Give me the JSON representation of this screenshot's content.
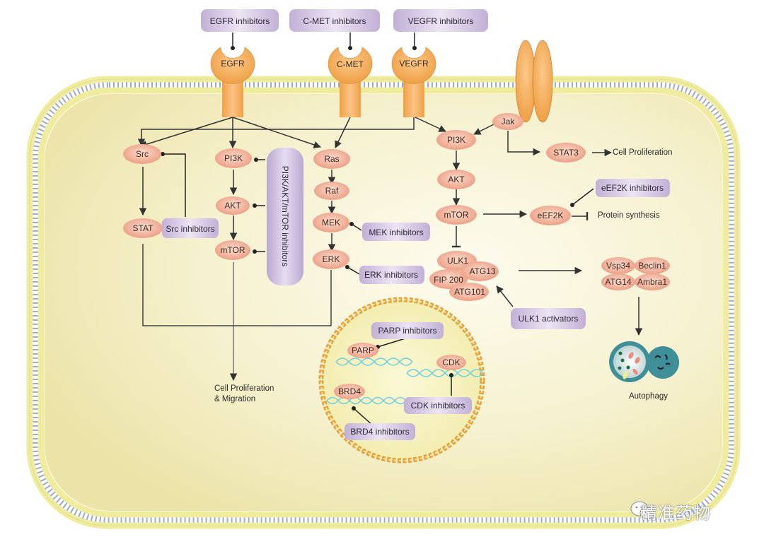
{
  "diagram": {
    "receptors": [
      {
        "id": "egfr",
        "label": "EGFR"
      },
      {
        "id": "cmet",
        "label": "C-MET"
      },
      {
        "id": "vegfr",
        "label": "VEGFR"
      }
    ],
    "receptor_inhibitors": [
      {
        "id": "egfr-inh",
        "label": "EGFR inhibitors"
      },
      {
        "id": "cmet-inh",
        "label": "C-MET inhibitors"
      },
      {
        "id": "vegfr-inh",
        "label": "VEGFR inhibitors"
      }
    ],
    "left_pathway": {
      "src": "Src",
      "stat": "STAT",
      "src_inhibitors": "Src inhibitors",
      "pi3k": "PI3K",
      "akt": "AKT",
      "mtor": "mTOR",
      "pam_inhibitors": "PI3K/AKT/mTOR inhibitors",
      "outcome_line1": "Cell Proliferation",
      "outcome_line2": "& Migration"
    },
    "mapk_pathway": {
      "ras": "Ras",
      "raf": "Raf",
      "mek": "MEK",
      "erk": "ERK",
      "mek_inhibitors": "MEK inhibitors",
      "erk_inhibitors": "ERK inhibitors"
    },
    "right_pathway": {
      "jak": "Jak",
      "stat3": "STAT3",
      "stat3_outcome": "Cell Proliferation",
      "pi3k": "PI3K",
      "akt": "AKT",
      "mtor": "mTOR",
      "eef2k": "eEF2K",
      "eef2k_inhibitors": "eEF2K inhibitors",
      "eef2k_outcome": "Protein synthesis"
    },
    "ulk1_complex": {
      "ulk1": "ULK1",
      "fip200": "FIP 200",
      "atg13": "ATG13",
      "atg101": "ATG101",
      "activators": "ULK1 activators"
    },
    "vps34_complex": {
      "vsp34": "Vsp34",
      "beclin1": "Beclin1",
      "atg14": "ATG14",
      "ambra1": "Ambra1",
      "outcome": "Autophagy"
    },
    "nucleus": {
      "parp": "PARP",
      "parp_inhibitors": "PARP inhibitors",
      "cdk": "CDK",
      "cdk_inhibitors": "CDK inhibitors",
      "brd4": "BRD4",
      "brd4_inhibitors": "BRD4 inhibitors"
    },
    "watermark": "精准药物",
    "colors": {
      "node_fill": "#f0a890",
      "inhibitor_fill": "#c9b8dc",
      "receptor_fill": "#f3a64e",
      "cytoplasm": "#f4efc4",
      "membrane_head": "#f3f0a8",
      "membrane_tail": "#7c8cc4",
      "nucleus_ring": "#e9a035",
      "dna": "#6ed0dc",
      "autophagosome": "#3e8f98"
    }
  }
}
